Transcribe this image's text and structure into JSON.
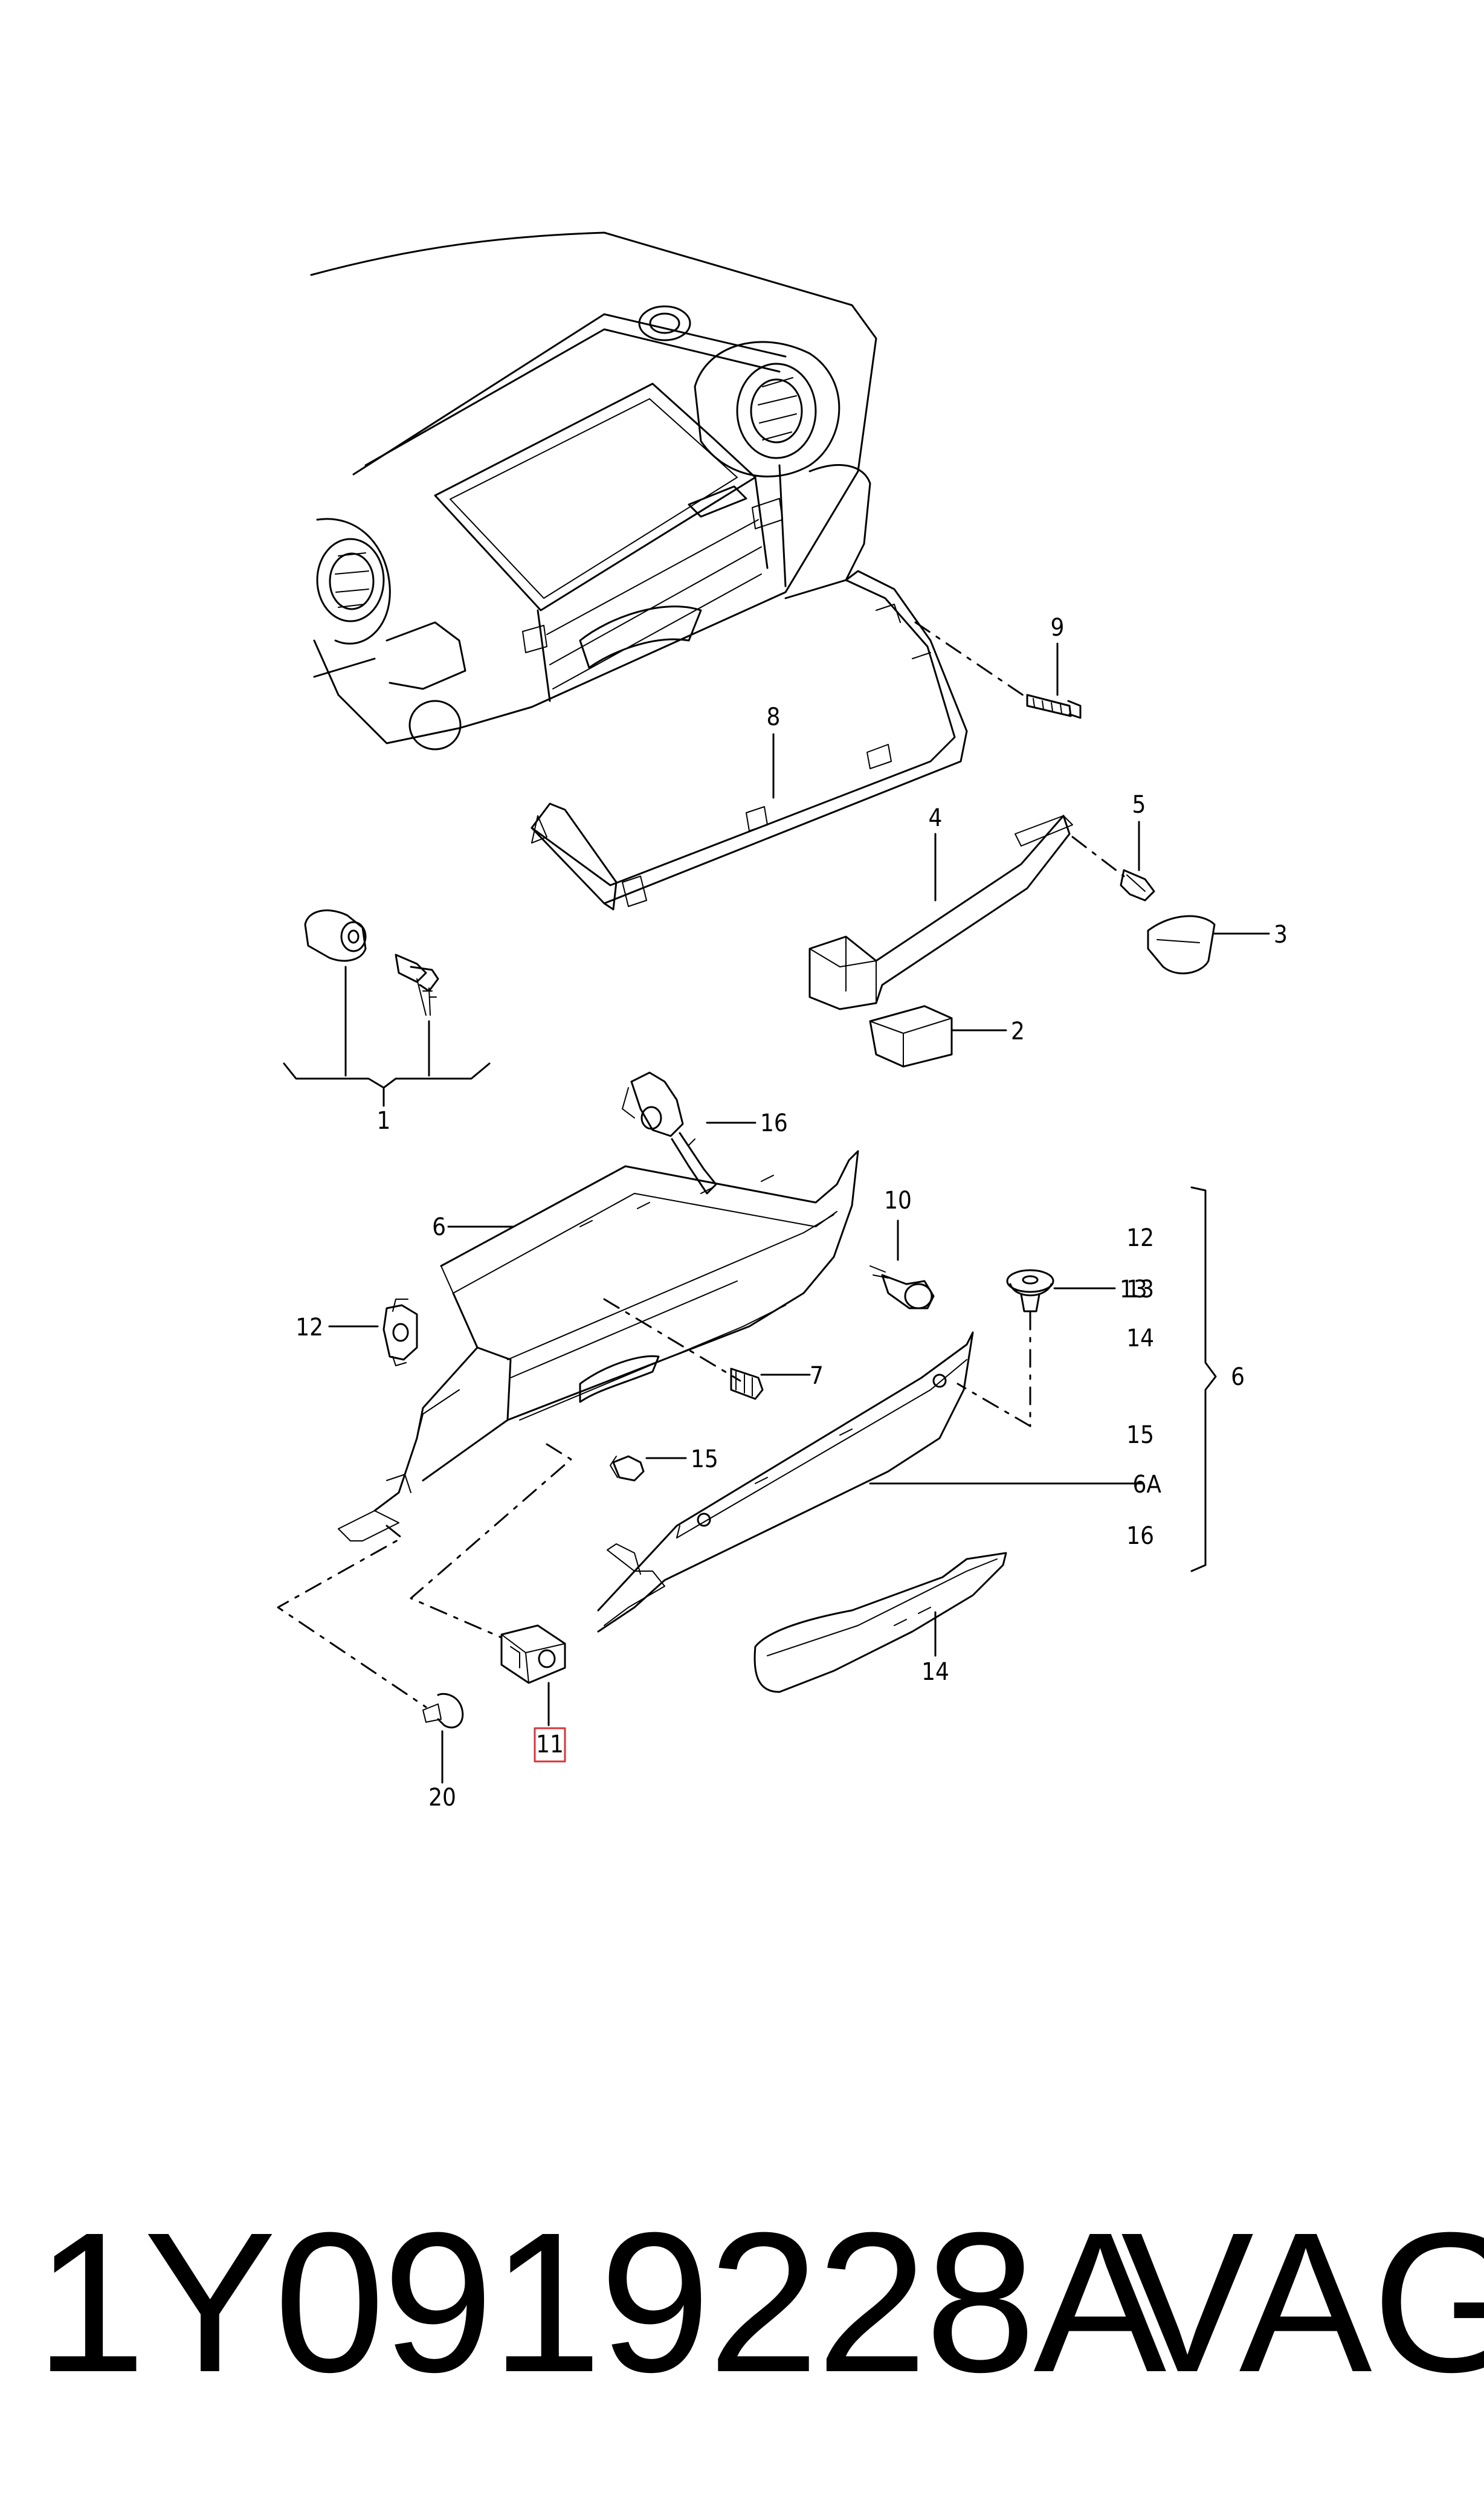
{
  "callouts": {
    "c9": "9",
    "c8": "8",
    "c5": "5",
    "c4": "4",
    "c3": "3",
    "c2": "2",
    "c1": "1",
    "c16": "16",
    "c10": "10",
    "c6_left": "6",
    "c12_left": "12",
    "c7": "7",
    "c15_left": "15",
    "c11": "11",
    "c20": "20",
    "c14_bottom": "14",
    "c13_left": "13",
    "group": {
      "items": [
        "12",
        "13",
        "14",
        "6",
        "15",
        "6A",
        "16"
      ]
    }
  },
  "footer": {
    "part_number": "1Y0919228A",
    "brand": "VAG"
  },
  "colors": {
    "line": "#000000",
    "highlight_box": "#d9343a"
  }
}
